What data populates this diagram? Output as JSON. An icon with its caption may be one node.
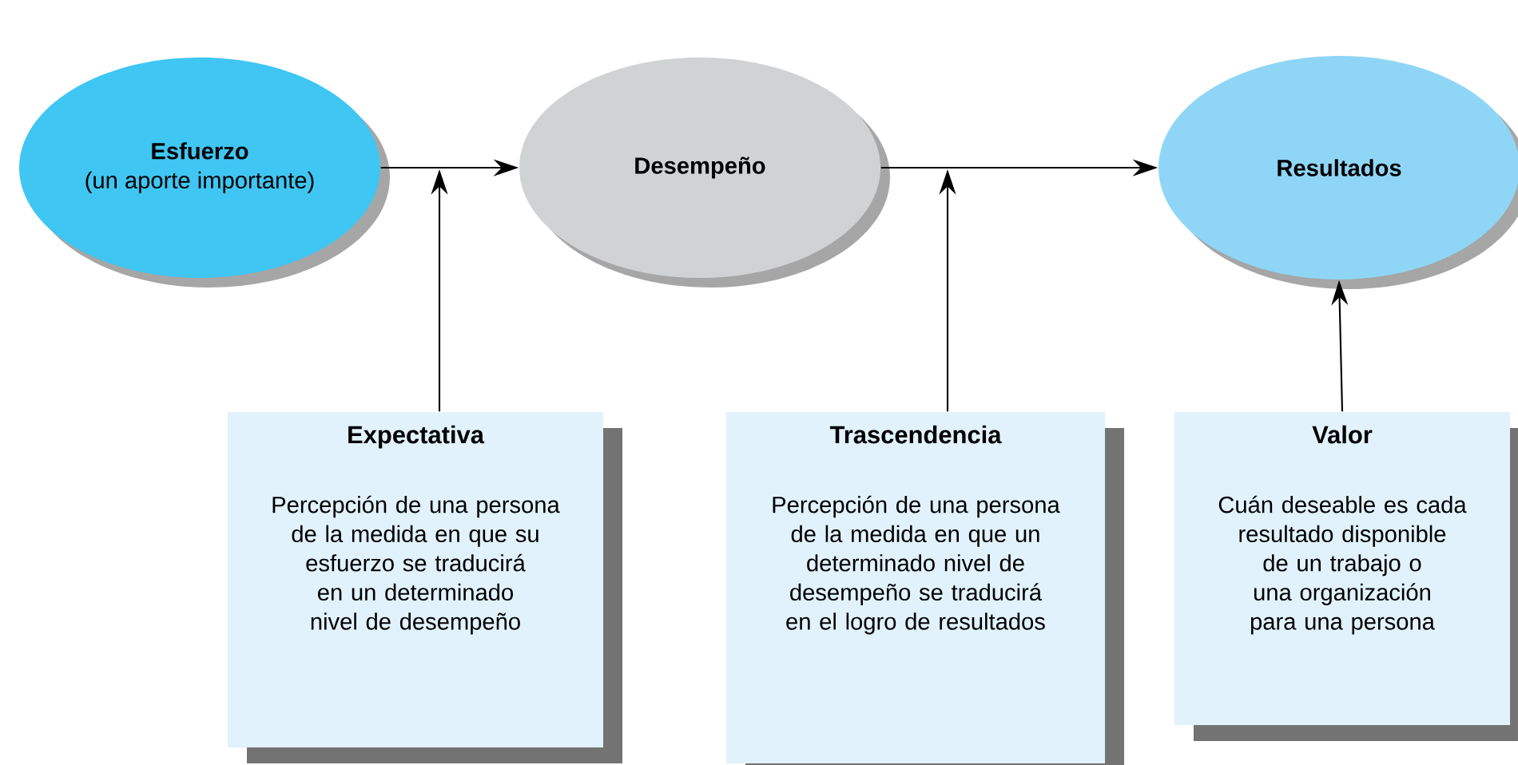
{
  "diagram": {
    "nodes": [
      {
        "text": [
          "Esfuerzo",
          "(un aporte importante)"
        ]
      },
      {
        "text": [
          "Desempeño"
        ]
      },
      {
        "text": [
          "Resultados"
        ]
      },
      {
        "text": [
          "Expectativa",
          "Percepción de una persona de la medida en que su esfuerzo se traducirá en un determinado nivel de desempeño"
        ]
      },
      {
        "text": [
          "Trascendencia",
          "Percepción de una persona de la medida en que un determinado nivel de desempeño se traducirá en el logro de resultados"
        ]
      },
      {
        "text": [
          "Valor",
          "Cuán deseable es cada resultado disponible de un trabajo o una organización para una persona"
        ]
      }
    ],
    "edges": [
      {
        "from": 0,
        "to": 1,
        "arrow": "to"
      },
      {
        "from": 1,
        "to": 2,
        "arrow": "to"
      },
      {
        "from": 3,
        "to": null,
        "arrow": "to"
      },
      {
        "from": 4,
        "to": null,
        "arrow": "to"
      },
      {
        "from": 5,
        "to": 2,
        "arrow": "to"
      }
    ]
  }
}
